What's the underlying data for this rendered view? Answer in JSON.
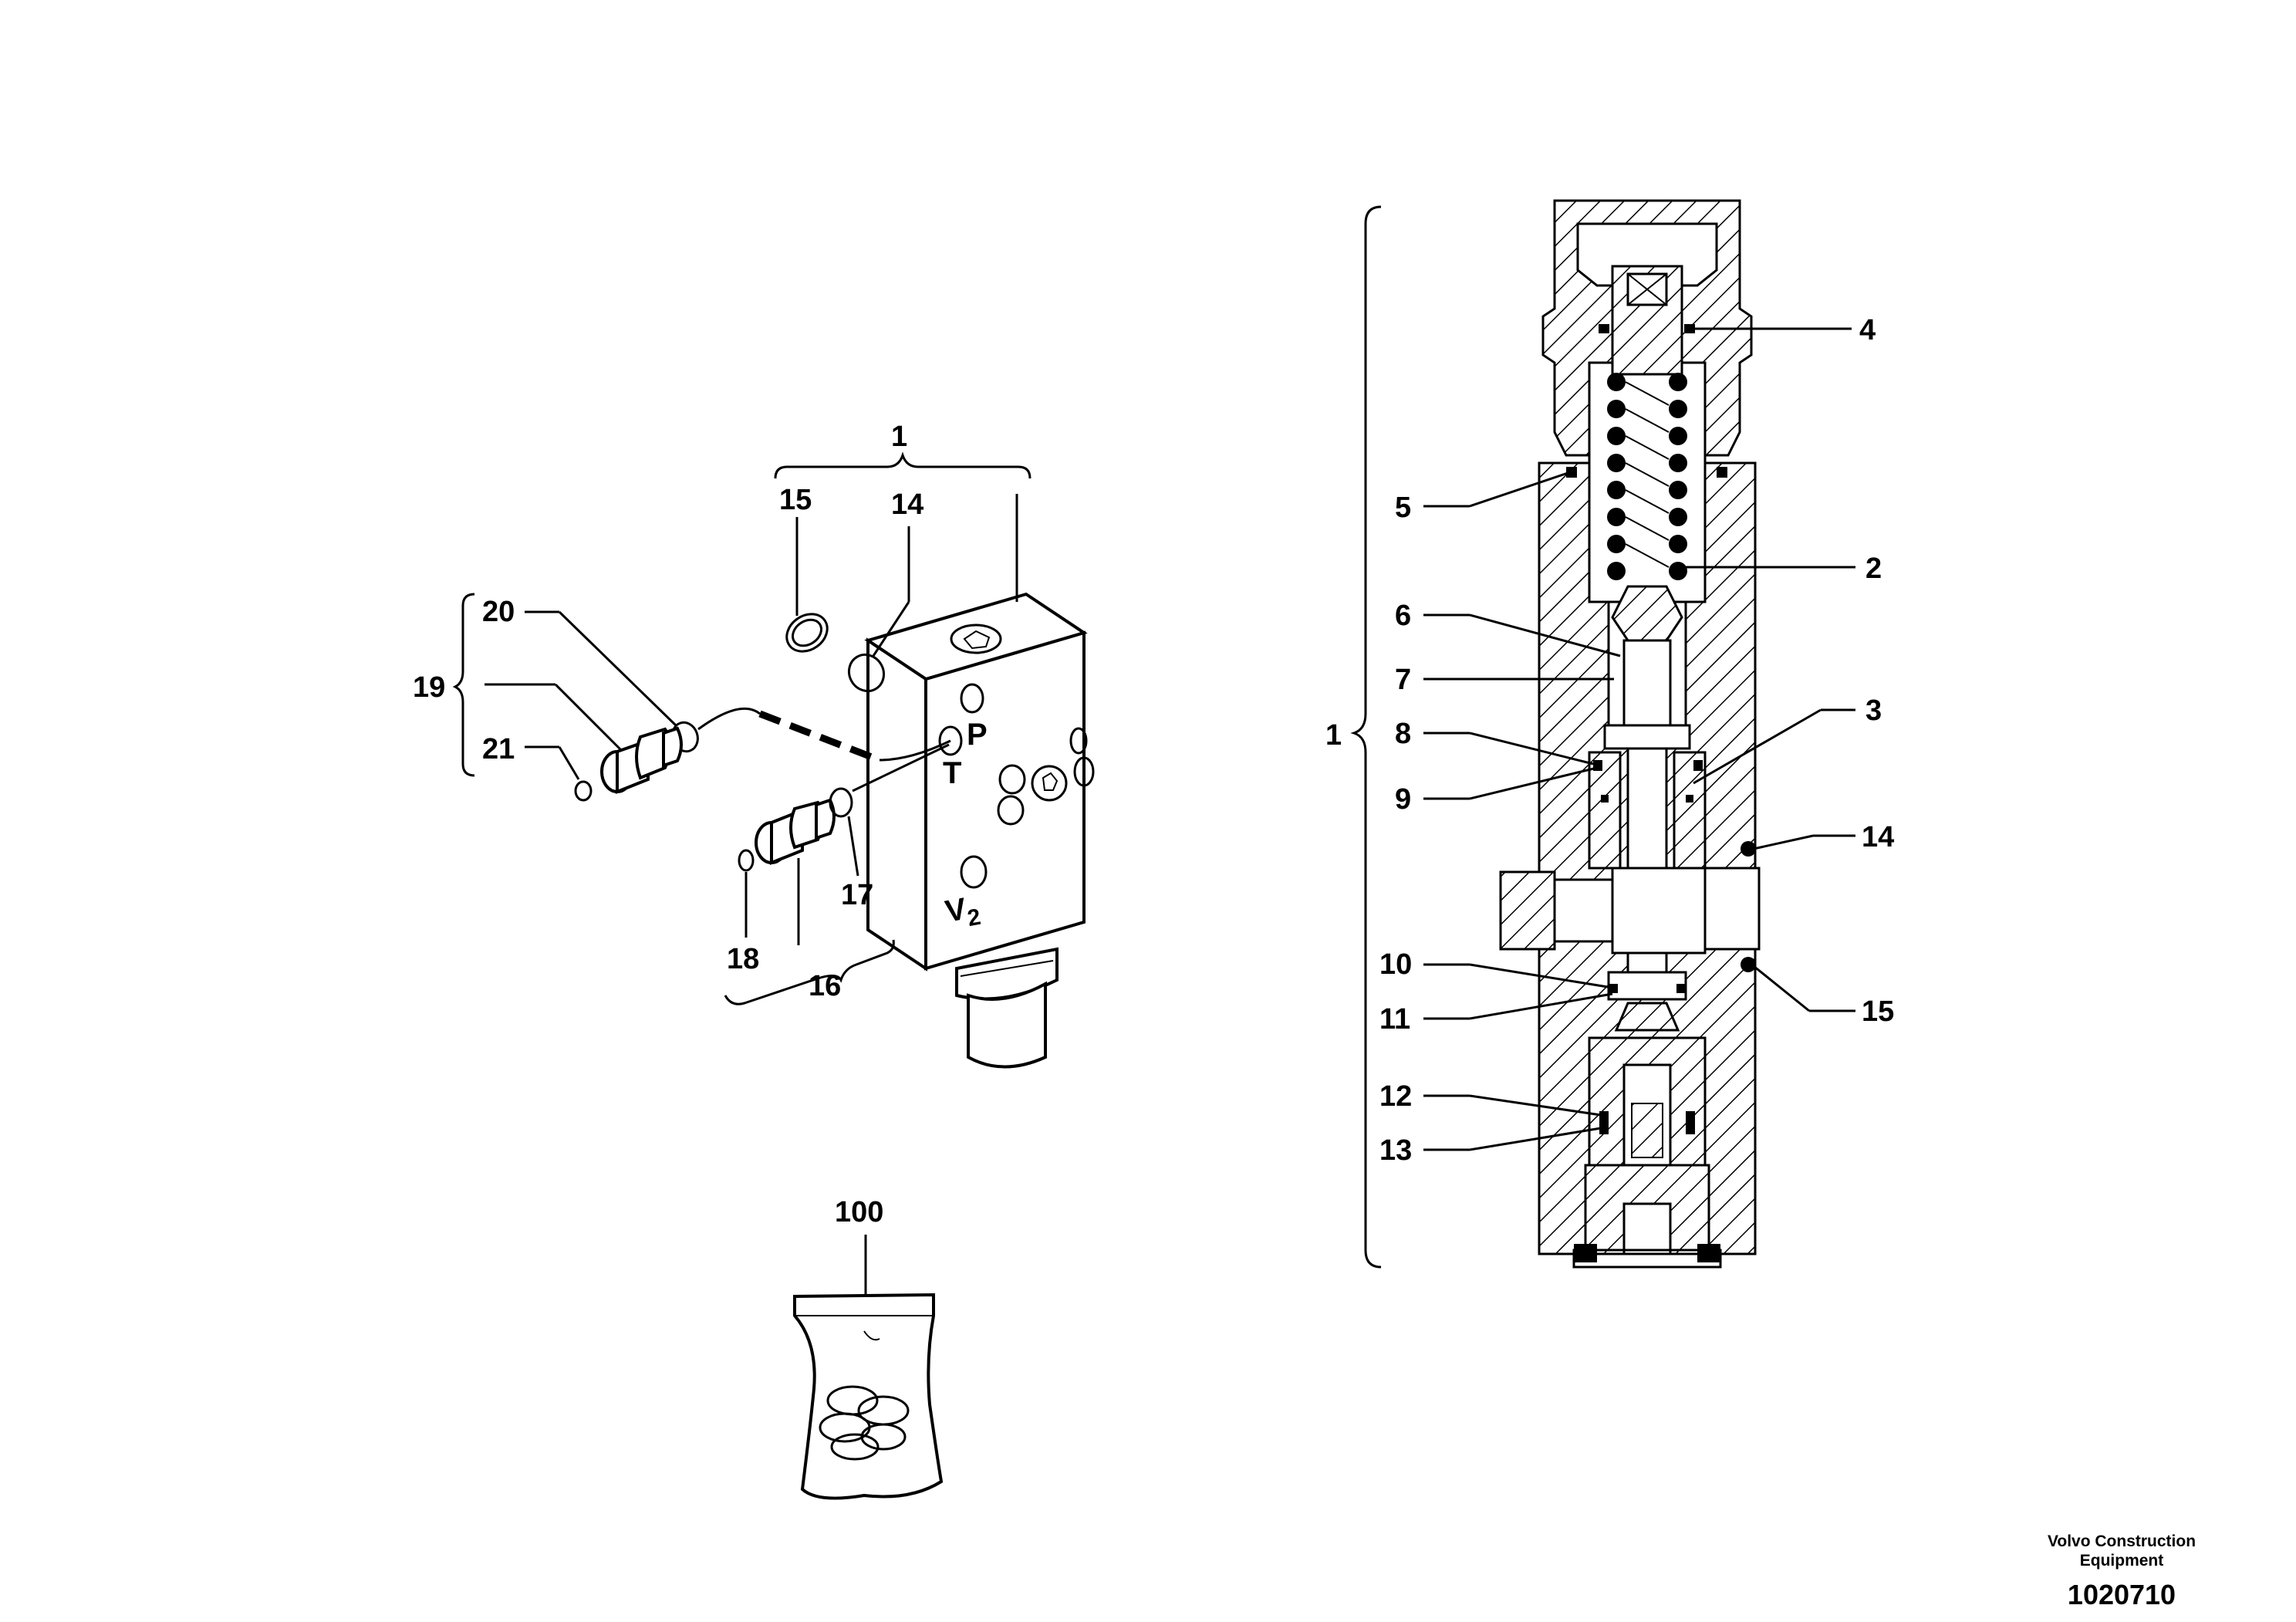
{
  "callouts": {
    "c1_left": "1",
    "c2": "2",
    "c3": "3",
    "c4": "4",
    "c5": "5",
    "c6": "6",
    "c7": "7",
    "c8": "8",
    "c9": "9",
    "c10": "10",
    "c11": "11",
    "c12": "12",
    "c13": "13",
    "c14_left": "14",
    "c14_right": "14",
    "c15_left": "15",
    "c15_right": "15",
    "c16": "16",
    "c17": "17",
    "c18": "18",
    "c19": "19",
    "c20": "20",
    "c21": "21",
    "c100": "100",
    "c1_right": "1"
  },
  "ports": {
    "p": "P",
    "t": "T",
    "v2_main": "V",
    "v2_sub": "2"
  },
  "footer": {
    "brand_line1": "Volvo Construction",
    "brand_line2": "Equipment",
    "doc_number": "1020710"
  }
}
